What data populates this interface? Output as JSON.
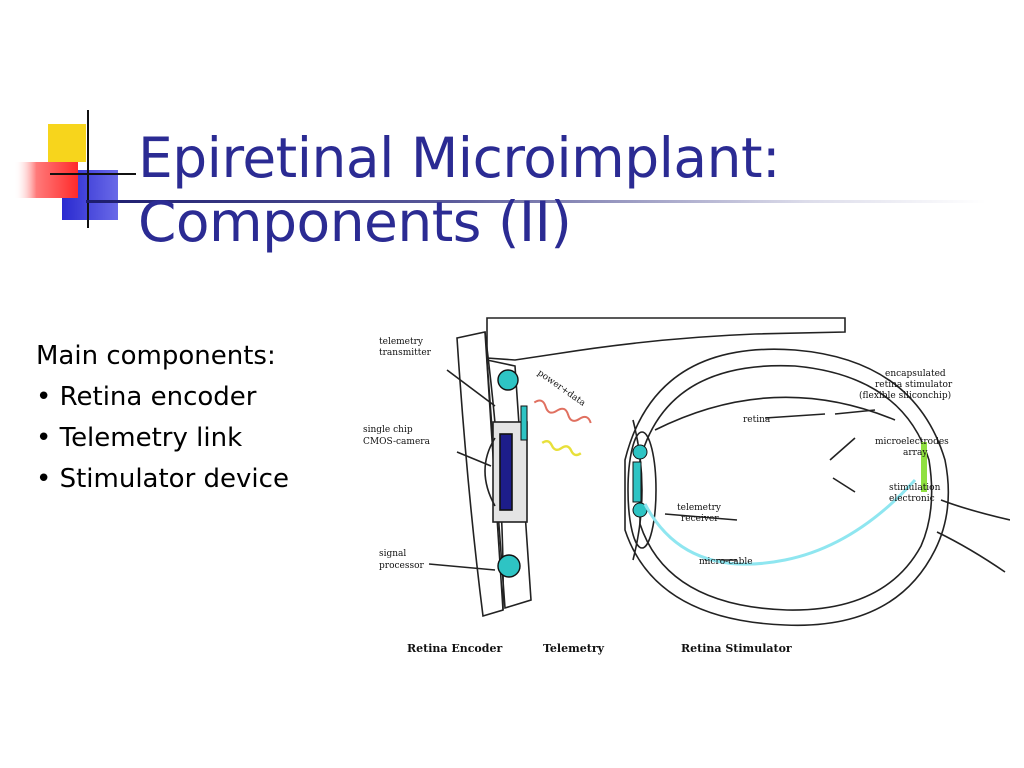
{
  "slide": {
    "title_lines": [
      "Epiretinal Microimplant:",
      "Components (II)"
    ],
    "intro": "Main components:",
    "bullets": [
      "• Retina encoder",
      "• Telemetry link",
      "• Stimulator device"
    ]
  },
  "diagram": {
    "labels": {
      "telemetry_transmitter": [
        "telemetry",
        "transmitter"
      ],
      "cmos_camera": [
        "single chip",
        "CMOS-camera"
      ],
      "signal_processor": [
        "signal",
        "processor"
      ],
      "power_data": "power+data",
      "retina": "retina",
      "retina_stimulator": [
        "encapsulated",
        "retina stimulator",
        "(flexible siliconchip)"
      ],
      "microelectrodes": [
        "microelectrodes",
        "array"
      ],
      "stimulation_electronic": [
        "stimulation",
        "electronic"
      ],
      "telemetry_receiver": [
        "telemetry",
        "receiver"
      ],
      "micro_cable": "micro-cable"
    },
    "section_labels": [
      "Retina Encoder",
      "Telemetry",
      "Retina Stimulator"
    ]
  },
  "colors": {
    "title": "#2b2b93",
    "accent_yellow": "#f7d51c",
    "accent_blue": "#3838d6",
    "accent_red": "#ff3c3c",
    "component_cyan": "#2ec4c4",
    "cable_cyan": "#8fe6f0",
    "wave_red": "#e07060",
    "wave_yellow": "#e8e03a",
    "electrode_green": "#8fe040"
  }
}
